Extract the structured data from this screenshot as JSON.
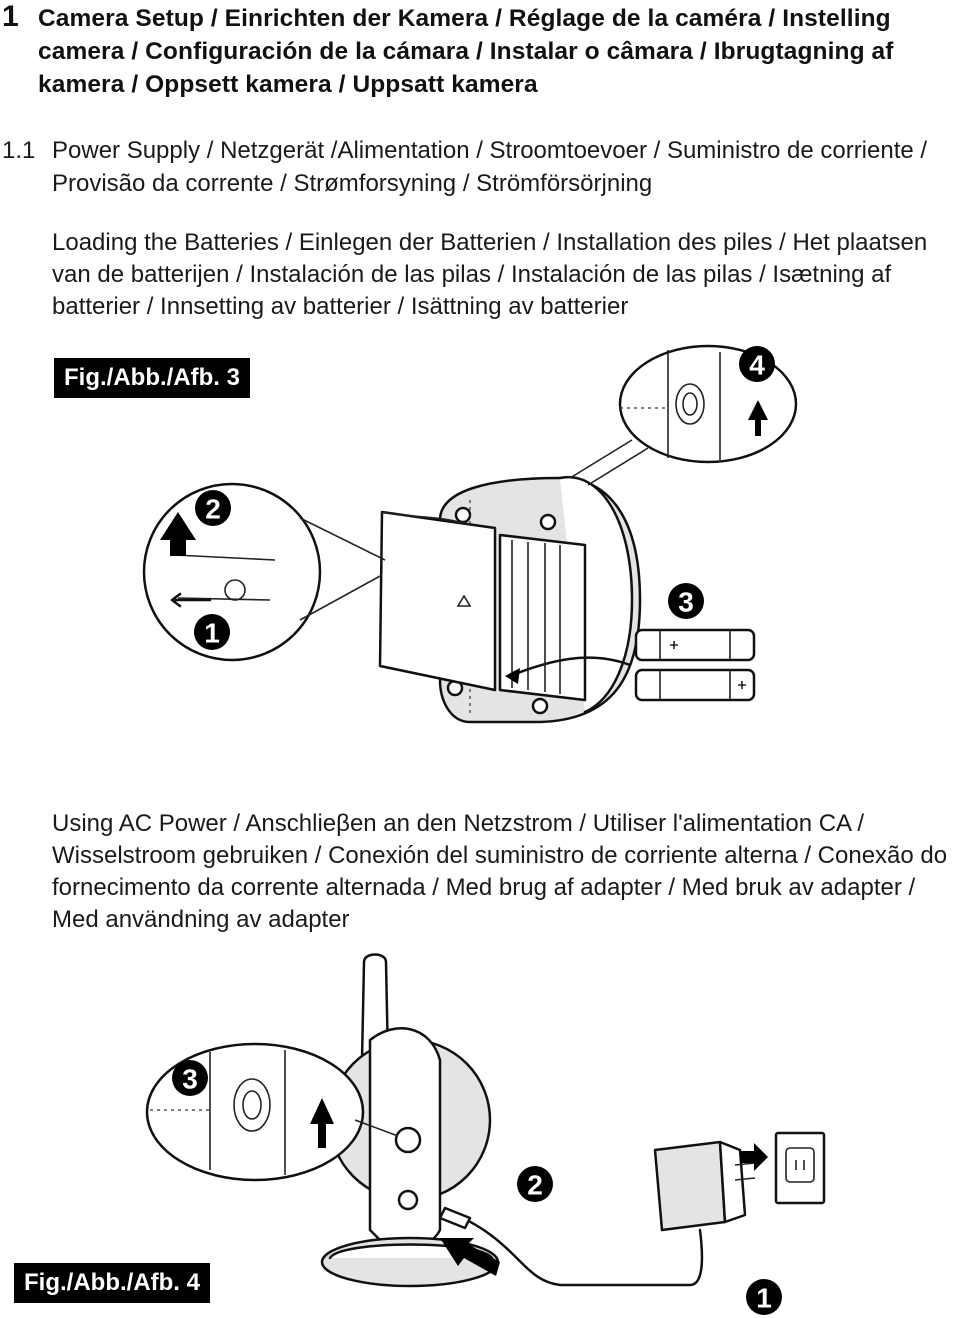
{
  "section": {
    "number": "1",
    "title": "Camera Setup / Einrichten der Kamera / Réglage de la caméra / Instelling camera / Configuración de la cámara / Instalar o câmara / Ibrugtagning af kamera / Oppsett kamera / Uppsatt kamera"
  },
  "subsection": {
    "number": "1.1",
    "title": "Power Supply / Netzgerät /Alimentation / Stroomtoevoer / Suministro de corriente / Provisão da corrente / Strømforsyning / Strömförsörjning"
  },
  "batteries": {
    "text": "Loading the Batteries / Einlegen der Batterien / Installation des piles / Het plaatsen van de batterijen / Instalación de las pilas / Instalación de las pilas / Isætning af batterier / Innsetting av batterier / Isättning av batterier"
  },
  "fig3": {
    "label": "Fig./Abb./Afb. 3",
    "step_labels": [
      "1",
      "2",
      "3",
      "4"
    ]
  },
  "ac_power": {
    "text": "Using AC Power / Anschlieβen an den Netzstrom / Utiliser l'alimentation CA / Wisselstroom gebruiken / Conexión del suministro de corriente alterna / Conexão do fornecimento da corrente alternada / Med brug af adapter / Med bruk av adapter / Med användning av adapter"
  },
  "fig4": {
    "label": "Fig./Abb./Afb. 4",
    "step_labels": [
      "1",
      "2",
      "3"
    ]
  }
}
